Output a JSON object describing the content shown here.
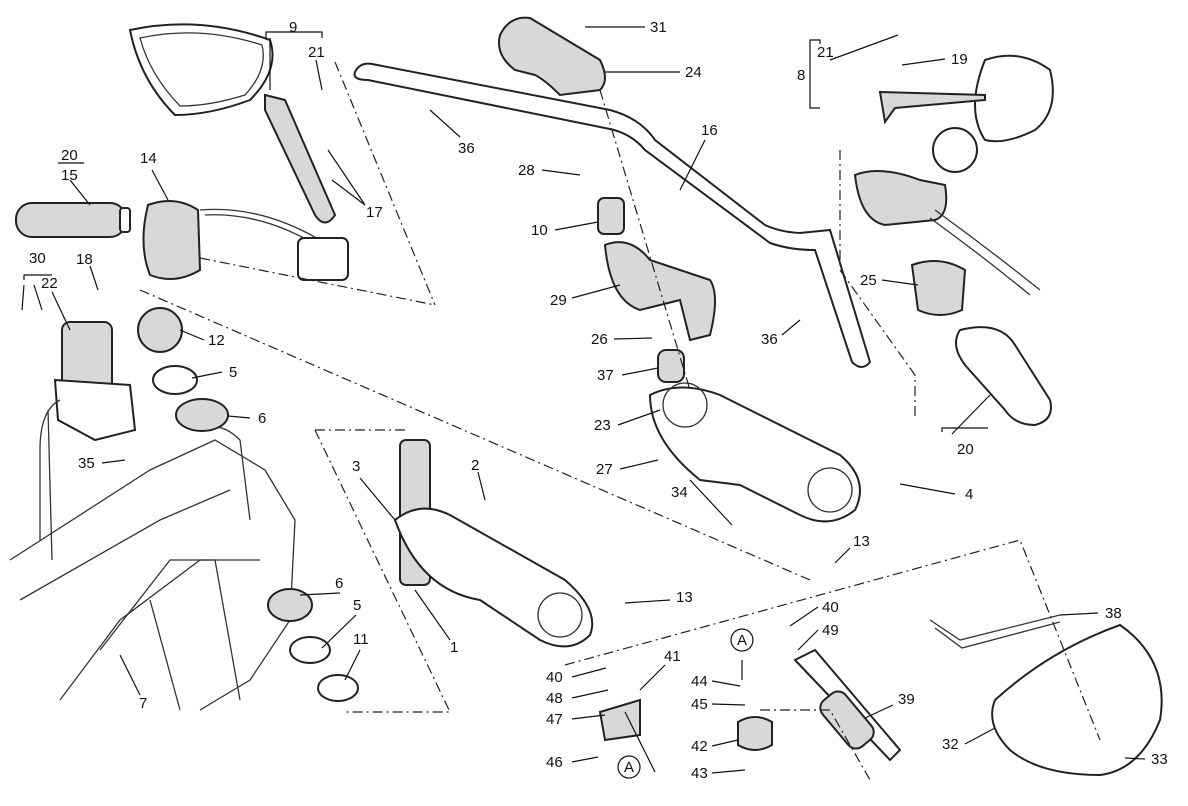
{
  "diagram": {
    "title": "Handlebar and controls exploded view",
    "callouts": {
      "c9": "9",
      "c21a": "21",
      "c17": "17",
      "c20a": "20",
      "c15": "15",
      "c14": "14",
      "c30": "30",
      "c22": "22",
      "c18": "18",
      "c12": "12",
      "c5a": "5",
      "c6a": "6",
      "c35": "35",
      "c3": "3",
      "c2": "2",
      "c1": "1",
      "c13a": "13",
      "c6b": "6",
      "c5b": "5",
      "c11": "11",
      "c7": "7",
      "c31": "31",
      "c24": "24",
      "c36a": "36",
      "c16": "16",
      "c28": "28",
      "c10": "10",
      "c29": "29",
      "c26": "26",
      "c37": "37",
      "c23": "23",
      "c27": "27",
      "c34": "34",
      "c4": "4",
      "c13b": "13",
      "c36b": "36",
      "c21b": "21",
      "c19": "19",
      "c8": "8",
      "c25": "25",
      "c20b": "20",
      "c40a": "40",
      "c48": "48",
      "c47": "47",
      "c46": "46",
      "c41": "41",
      "cA1": "A",
      "cA2": "A",
      "c44": "44",
      "c45": "45",
      "c42": "42",
      "c43": "43",
      "c40b": "40",
      "c49": "49",
      "c39": "39",
      "c38": "38",
      "c32": "32",
      "c33": "33"
    }
  }
}
